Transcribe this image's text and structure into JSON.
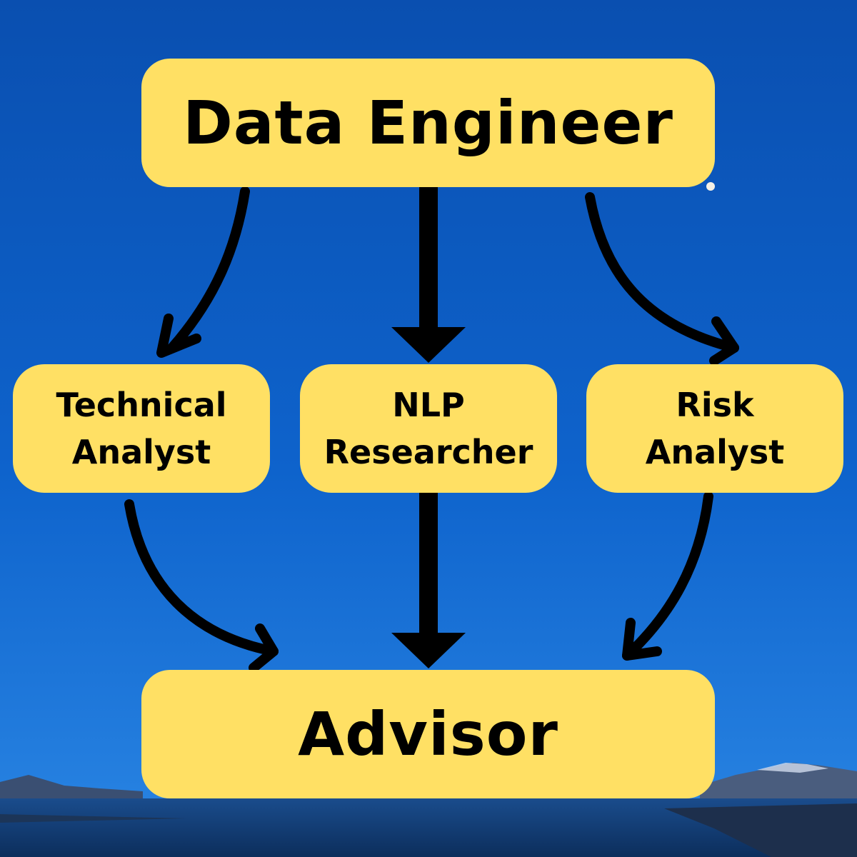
{
  "nodes": {
    "data_engineer": "Data Engineer",
    "technical_analyst": [
      "Technical",
      "Analyst"
    ],
    "nlp_researcher": [
      "NLP",
      "Researcher"
    ],
    "risk_analyst": [
      "Risk",
      "Analyst"
    ],
    "advisor": "Advisor"
  },
  "edges": [
    {
      "from": "Data Engineer",
      "to": "Technical Analyst"
    },
    {
      "from": "Data Engineer",
      "to": "NLP Researcher"
    },
    {
      "from": "Data Engineer",
      "to": "Risk Analyst"
    },
    {
      "from": "Technical Analyst",
      "to": "Advisor"
    },
    {
      "from": "NLP Researcher",
      "to": "Advisor"
    },
    {
      "from": "Risk Analyst",
      "to": "Advisor"
    }
  ],
  "colors": {
    "node_fill": "#FFE064",
    "sky_top": "#0A4FB0",
    "sky_bottom": "#1E7BE0",
    "arrow": "#000000"
  }
}
